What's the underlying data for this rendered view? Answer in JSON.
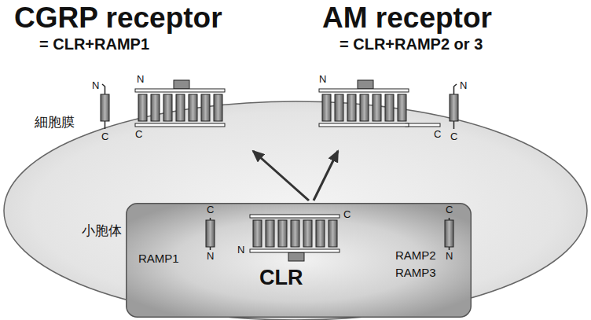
{
  "diagram": {
    "nodes": [
      {
        "text": [
          "細胞膜"
        ]
      },
      {
        "text": [
          "小胞体",
          "RAMP1",
          "CLR",
          "RAMP2",
          "RAMP3"
        ],
        "in": 0
      }
    ],
    "labels": [
      "CGRP receptor",
      "= CLR+RAMP1",
      "AM receptor",
      "= CLR+RAMP2 or 3",
      "N",
      "N",
      "C",
      "C",
      "N",
      "N",
      "C",
      "C",
      "C",
      "C",
      "C",
      "N",
      "N",
      "N"
    ]
  }
}
